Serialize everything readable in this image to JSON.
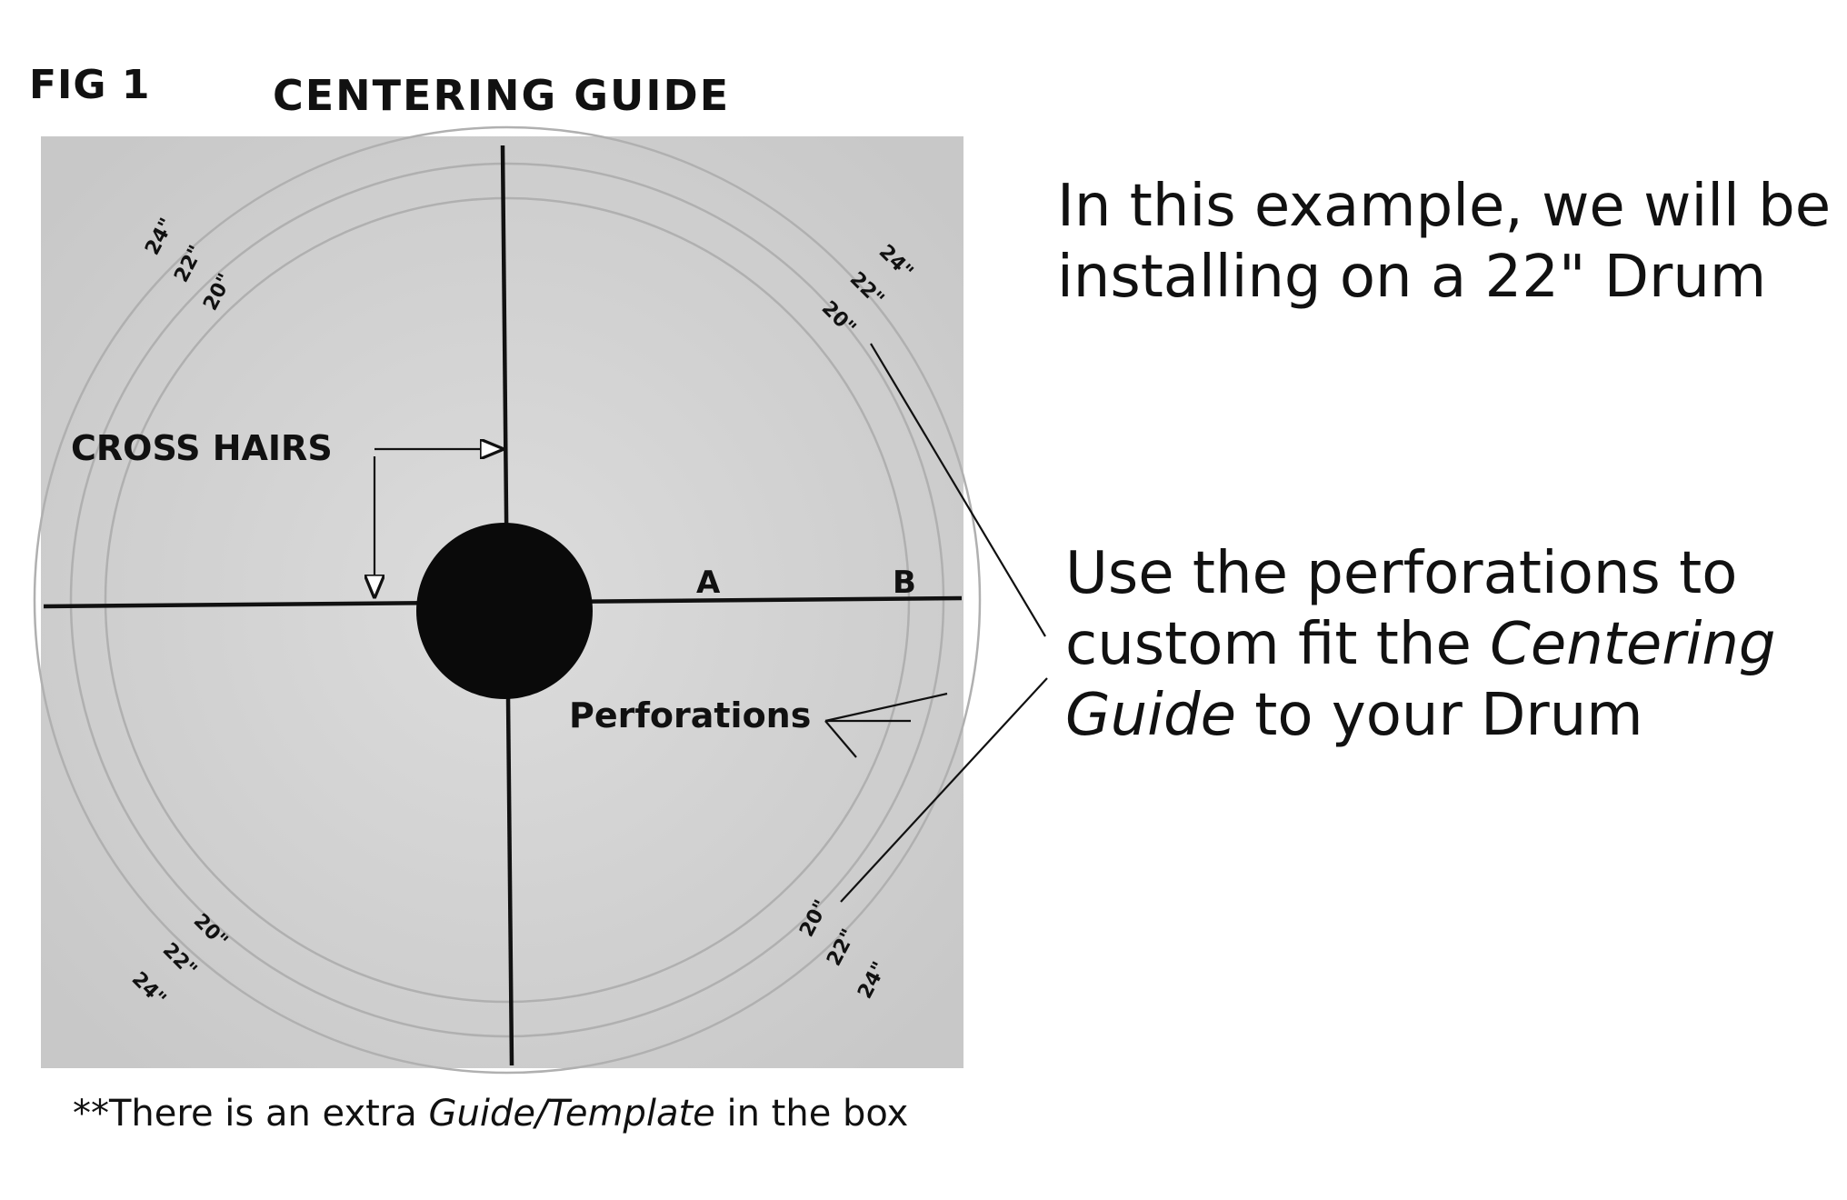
{
  "figure": {
    "label": "FIG 1",
    "title": "CENTERING GUIDE"
  },
  "guide": {
    "cross_hairs_label": "CROSS HAIRS",
    "marker_a": "A",
    "marker_b": "B",
    "perforations_label": "Perforations",
    "size_labels": [
      "24\"",
      "22\"",
      "20\""
    ]
  },
  "callouts": {
    "intro": "In this example, we will be installing on a 22\" Drum",
    "instruction_before": "Use the perforations to custom fit the ",
    "instruction_em1": "Centering Guide",
    "instruction_after": " to your Drum"
  },
  "footnote": {
    "before": "**There is an extra ",
    "em": "Guide/Template",
    "after": " in the box"
  },
  "colors": {
    "board": "#d4d4d4",
    "ink": "#111111",
    "perforation": "#b3b3b3"
  }
}
